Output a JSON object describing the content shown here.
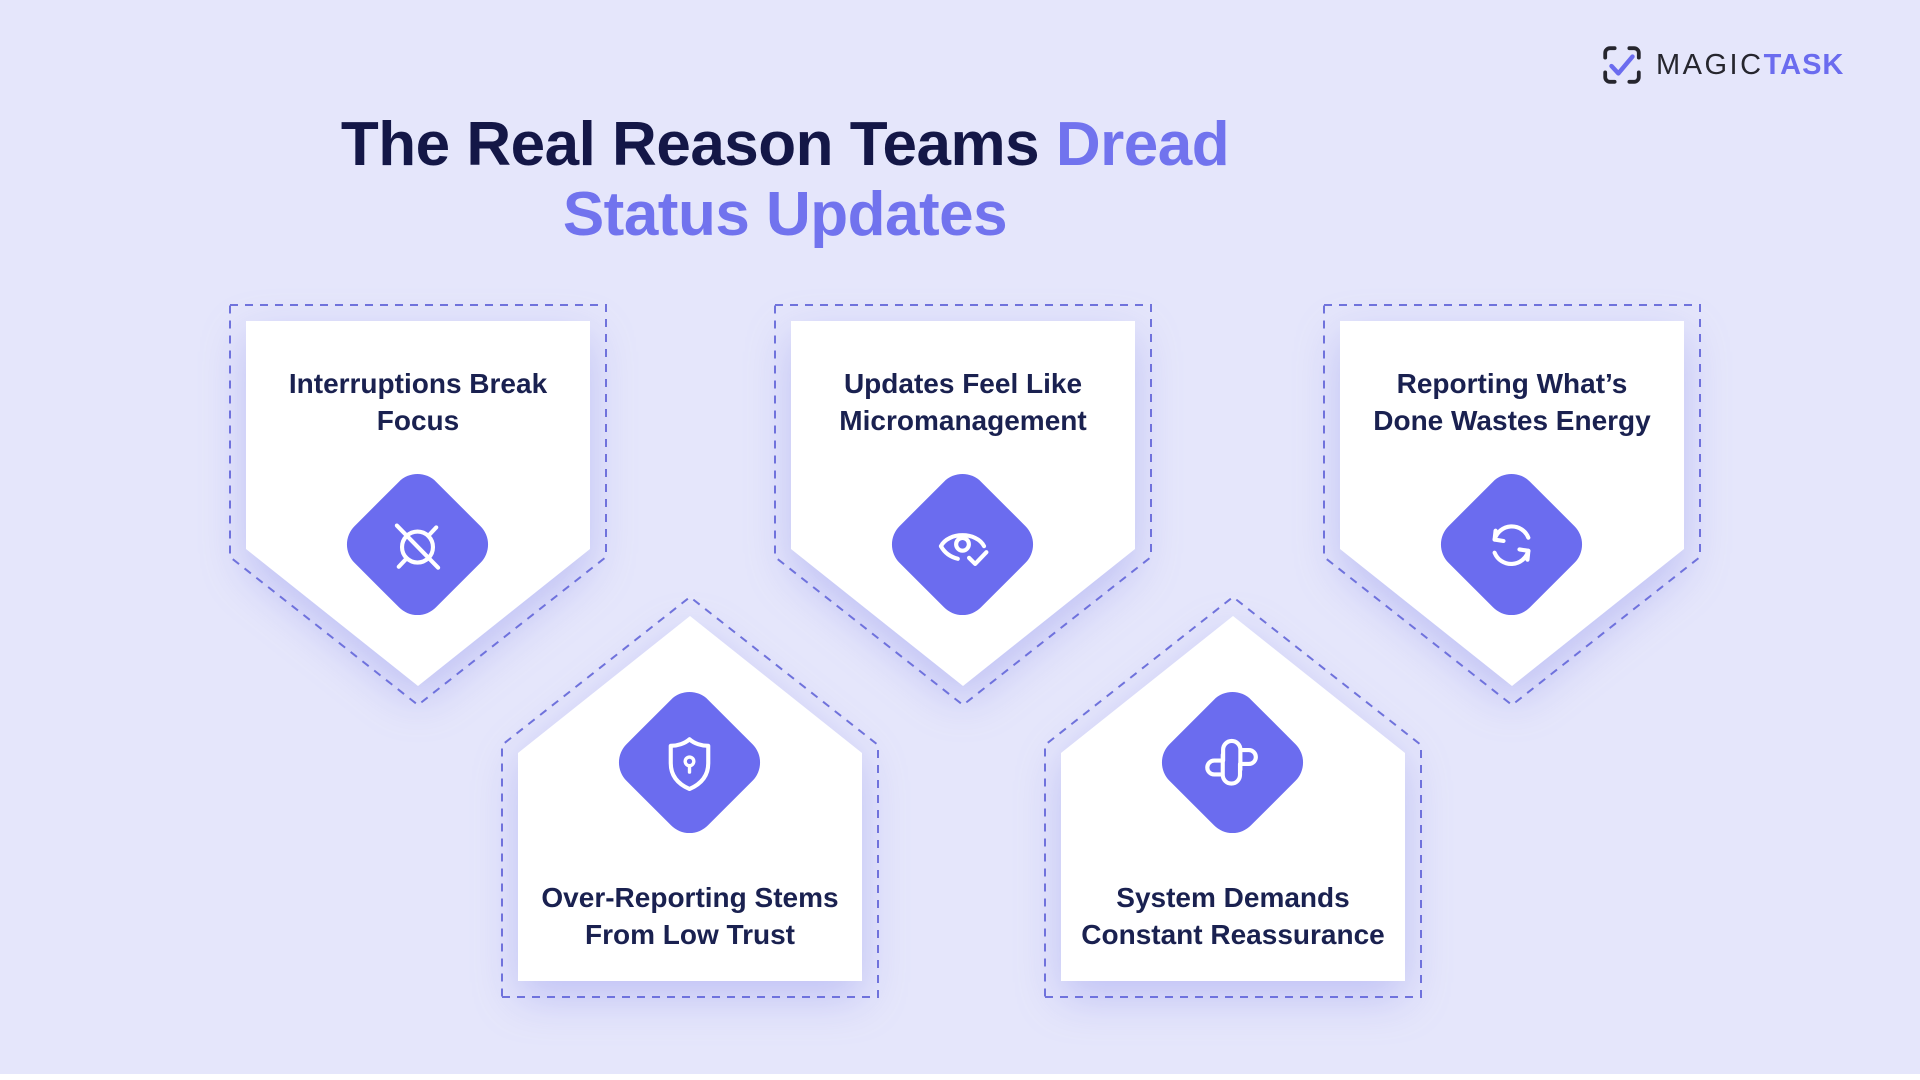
{
  "page": {
    "background_color": "#E5E6FB",
    "bottom_strip_color": "#FFFFFF"
  },
  "brand": {
    "name_primary": "MAGIC",
    "name_secondary": "TASK",
    "icon": "checkbox-frame-icon",
    "icon_frame_color": "#26262E",
    "icon_check_color": "#6B6CEF"
  },
  "title": {
    "line1_prefix": "The Real Reason Teams ",
    "line1_highlight": "Dread",
    "line2": "Status Updates",
    "navy_color": "#141747",
    "purple_color": "#7173EE"
  },
  "colors": {
    "diamond": "#6B6CEF",
    "dashed_border": "#7073DC",
    "card_background": "#FFFFFF",
    "card_text": "#1A2150"
  },
  "cards": [
    {
      "label_line1": "Interruptions Break",
      "label_line2": "Focus",
      "icon": "focus-off-icon",
      "orientation": "point-down"
    },
    {
      "label_line1": "Updates Feel Like",
      "label_line2": "Micromanagement",
      "icon": "eye-check-icon",
      "orientation": "point-down"
    },
    {
      "label_line1": "Reporting What’s",
      "label_line2": "Done Wastes Energy",
      "icon": "sync-arrows-icon",
      "orientation": "point-down"
    },
    {
      "label_line1": "Over-Reporting Stems",
      "label_line2": "From Low Trust",
      "icon": "shield-lock-icon",
      "orientation": "point-up"
    },
    {
      "label_line1": "System Demands",
      "label_line2": "Constant Reassurance",
      "icon": "link-knot-icon",
      "orientation": "point-up"
    }
  ]
}
